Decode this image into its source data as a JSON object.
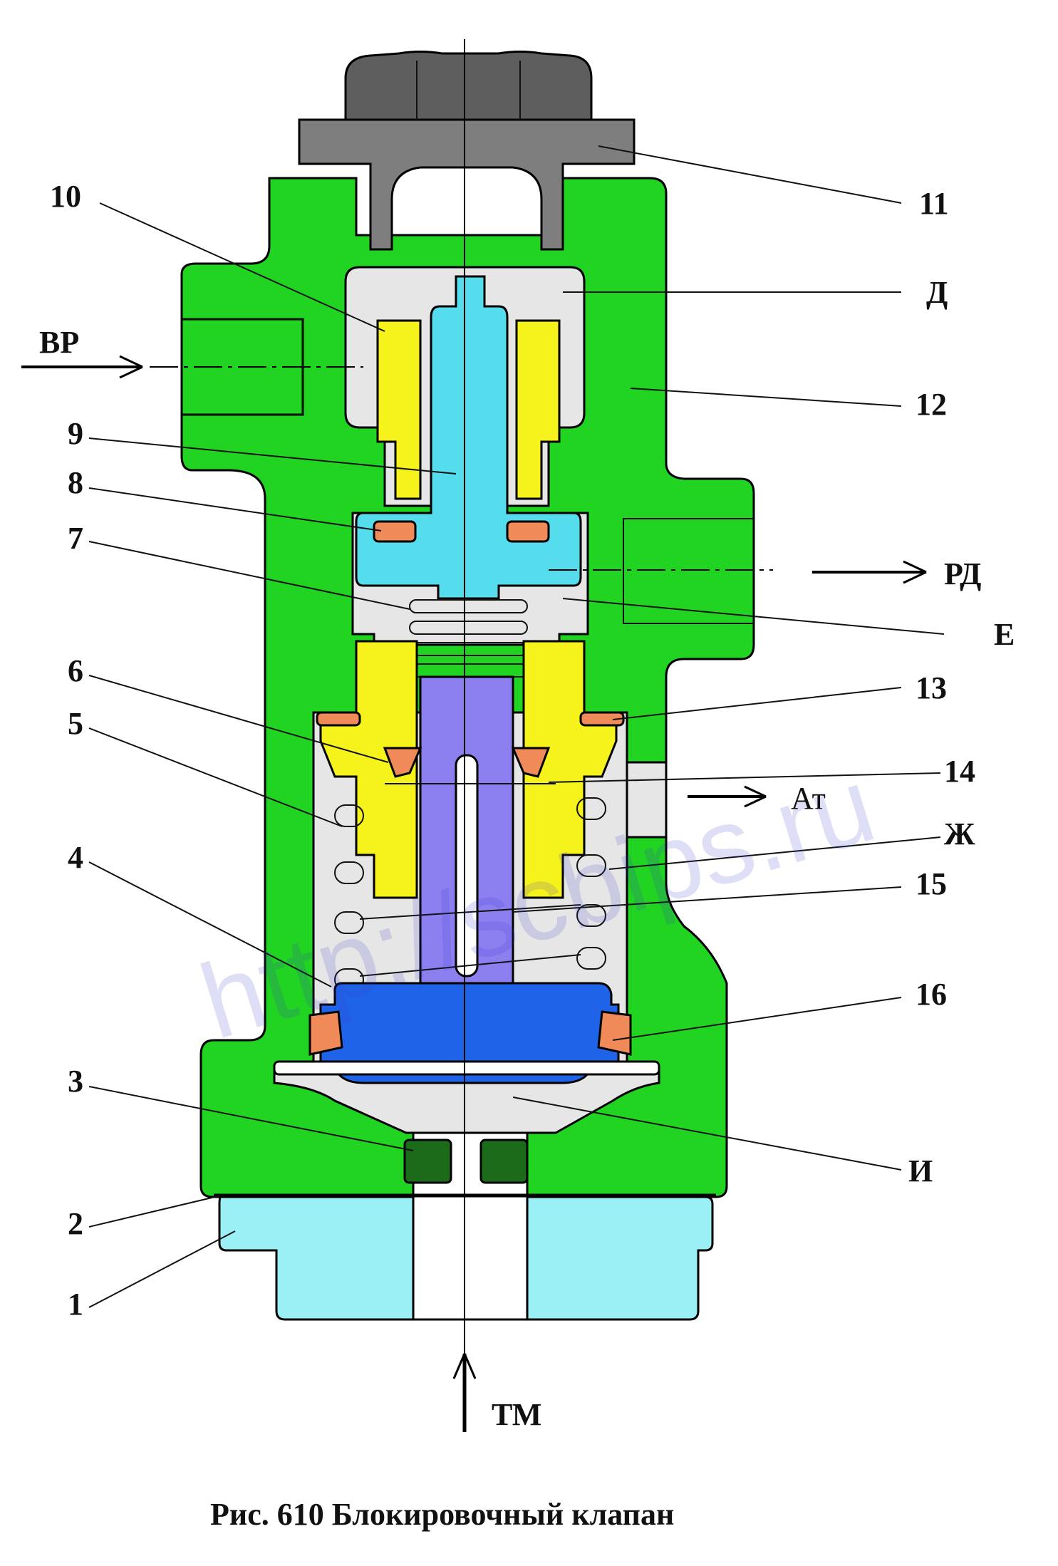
{
  "labels": {
    "n1": "1",
    "n2": "2",
    "n3": "3",
    "n4": "4",
    "n5": "5",
    "n6": "6",
    "n7": "7",
    "n8": "8",
    "n9": "9",
    "n10": "10",
    "n11": "11",
    "n12": "12",
    "n13": "13",
    "n14": "14",
    "n15": "15",
    "n16": "16",
    "D": "Д",
    "E": "Е",
    "Zh": "Ж",
    "I": "И"
  },
  "ports": {
    "vr": "ВР",
    "rd": "РД",
    "at": "Ат",
    "tm": "ТМ"
  },
  "watermark": "http://scbips.ru",
  "caption": "Рис. 610  Блокировочный клапан",
  "colors": {
    "body": "#22d422",
    "fitting": "#9af0f5",
    "plunger": "#55ddee",
    "yellow": "#f6f21c",
    "purple": "#8c7ff0",
    "blue": "#1f64e8",
    "seal": "#f08a58",
    "gasket": "#1b6b1b",
    "cap": "#7e7e7e",
    "cavity": "#e6e6e6"
  }
}
